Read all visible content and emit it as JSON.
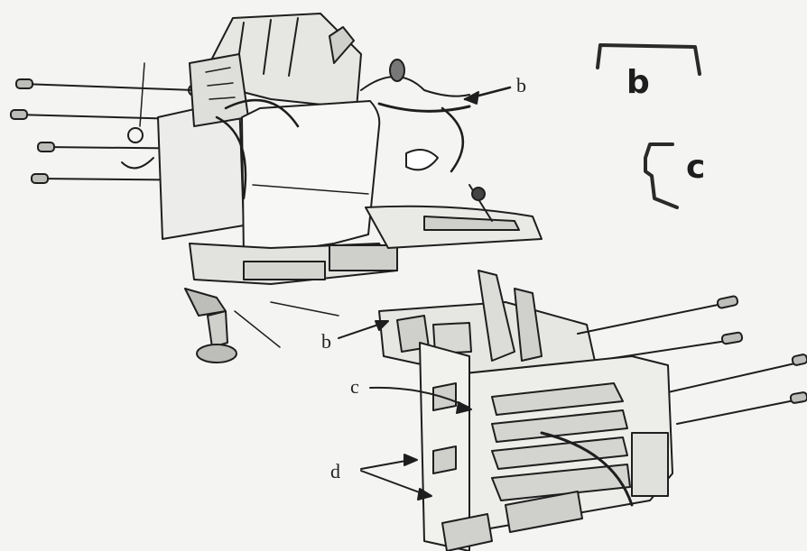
{
  "diagram": {
    "labels": {
      "top_b": "b",
      "lower_b": "b",
      "lower_c": "c",
      "lower_d": "d",
      "part_b_caption": "b",
      "part_c_caption": "c"
    },
    "colors": {
      "ink": "#1e1e1e",
      "paper": "#f4f4f2",
      "shade": "#3a3a3a"
    }
  }
}
